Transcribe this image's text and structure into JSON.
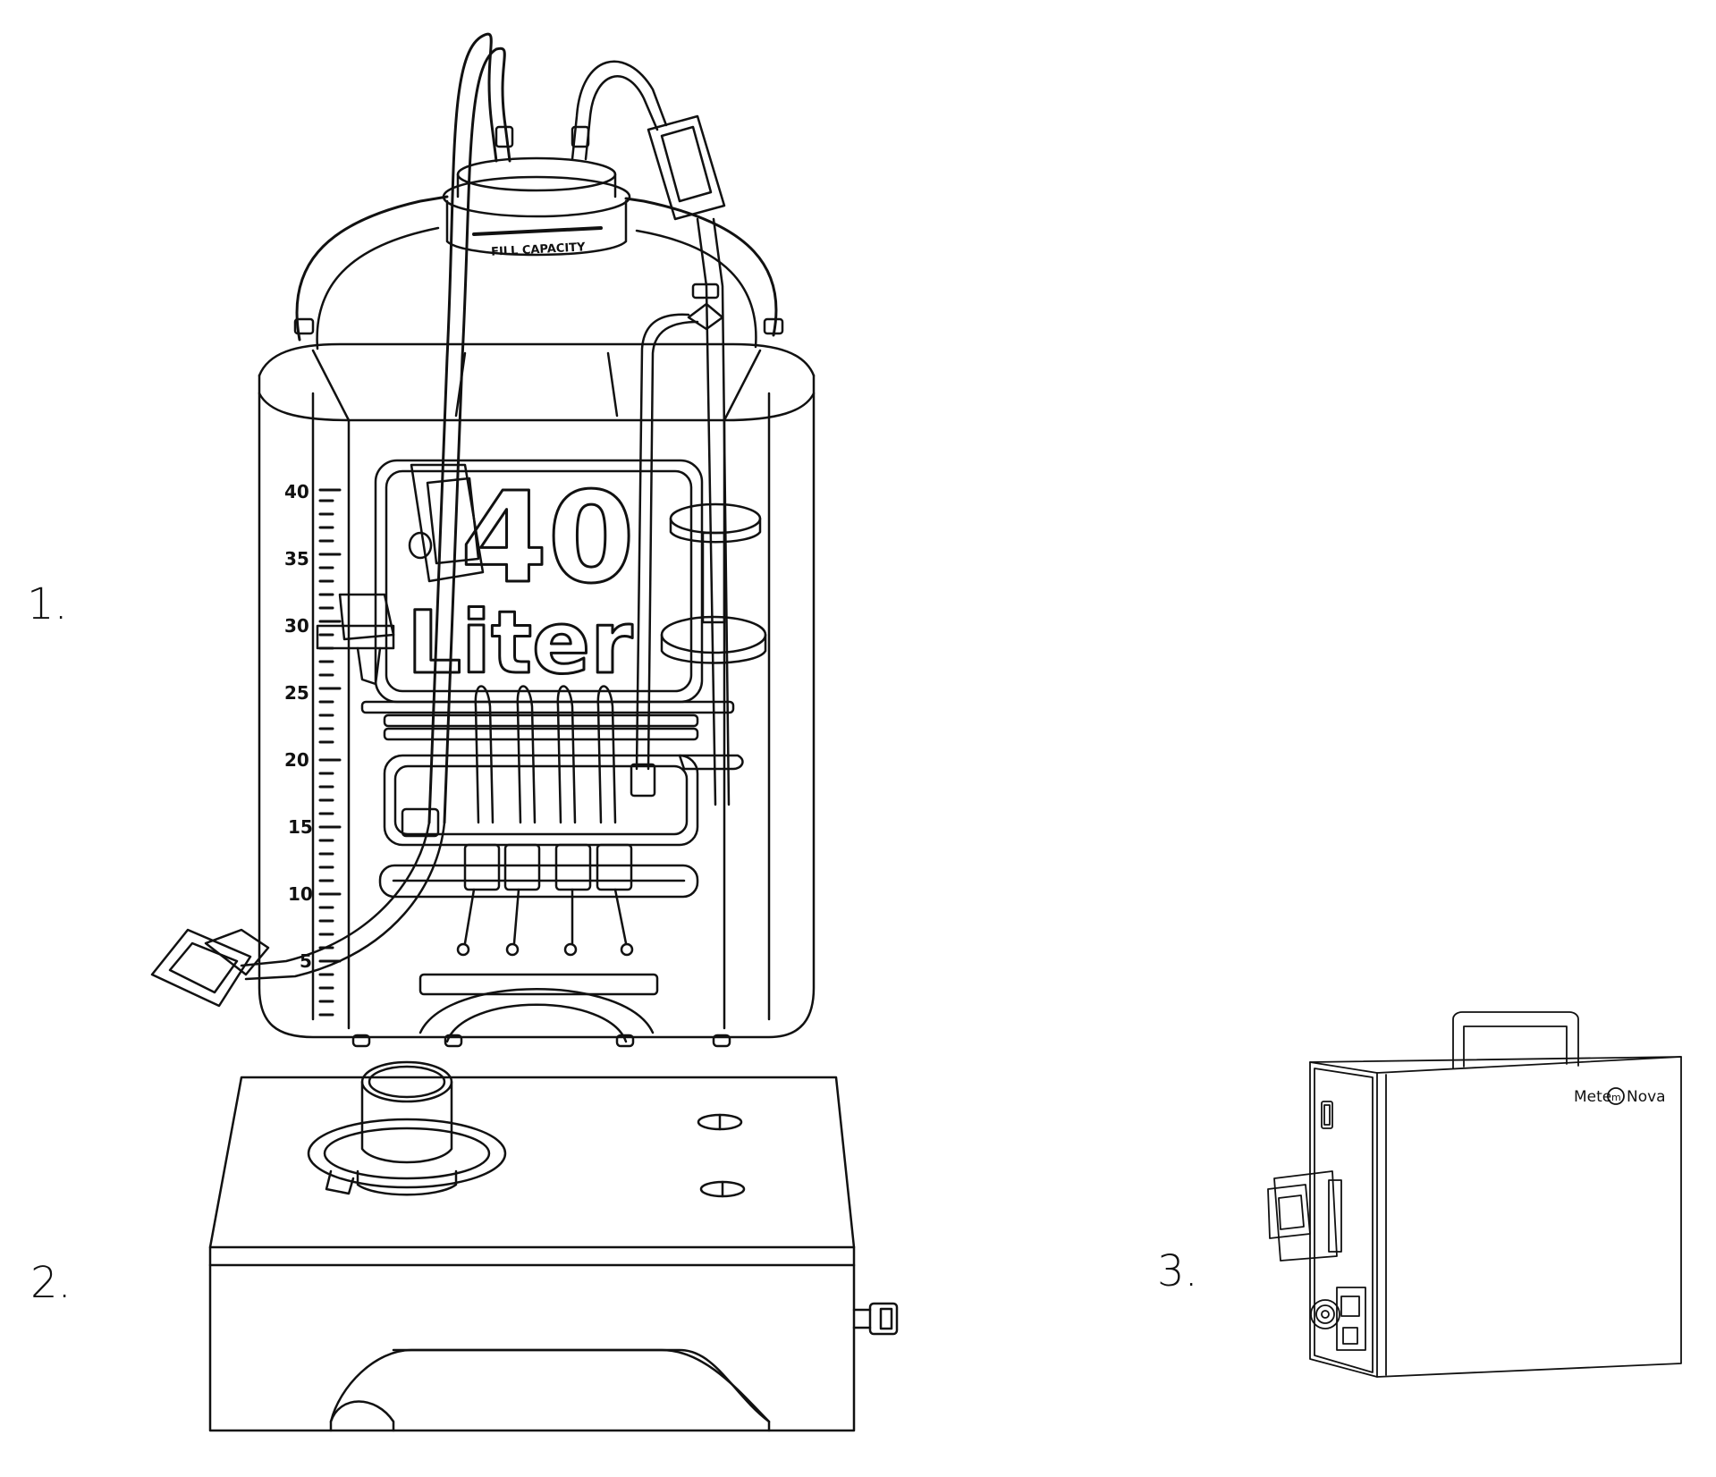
{
  "figure": {
    "labels": [
      "1.",
      "2.",
      "3."
    ],
    "line_color": "#111111",
    "background": "#ffffff"
  },
  "bioreactor": {
    "fill_capacity_text": "FILL CAPACITY",
    "volume_big": "40",
    "volume_unit": "Liter",
    "scale_marks": [
      "40",
      "35",
      "30",
      "25",
      "20",
      "15",
      "10",
      "5"
    ]
  },
  "controller": {
    "brand": "Mete",
    "brand_logo_mark": "m",
    "brand_suffix": "Nova"
  },
  "icons": {
    "bag": "bioreactor-bag-icon",
    "base": "mixing-base-icon",
    "box": "controller-box-icon"
  }
}
